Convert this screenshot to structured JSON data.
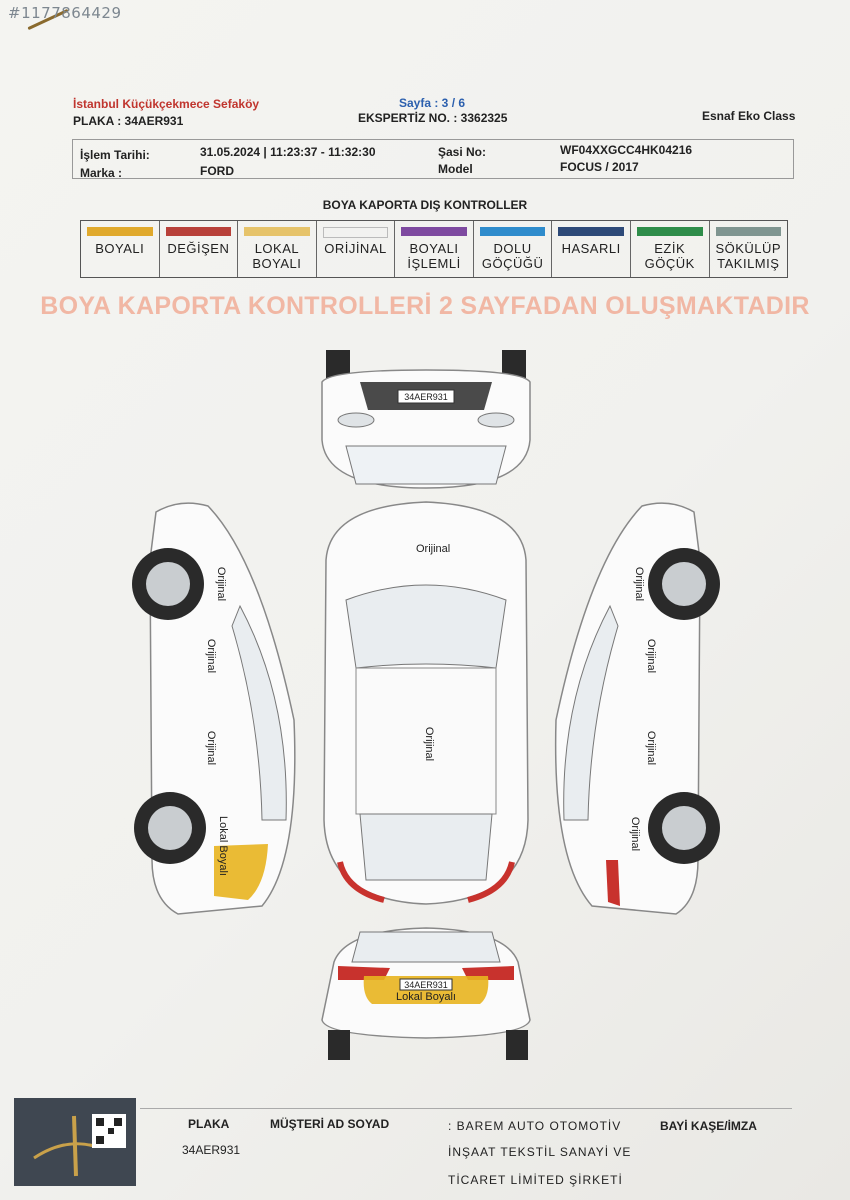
{
  "watermark_id": "#1177864429",
  "header": {
    "branch": "İstanbul Küçükçekmece Sefaköy",
    "plate": "PLAKA : 34AER931",
    "page": "Sayfa : 3 / 6",
    "expertise_no": "EKSPERTİZ NO. : 3362325",
    "package": "Esnaf Eko Class"
  },
  "info": {
    "date_label": "İşlem Tarihi:",
    "date_value": "31.05.2024 | 11:23:37 - 11:32:30",
    "chassis_label": "Şasi No:",
    "chassis_value": "WF04XXGCC4HK04216",
    "make_label": "Marka :",
    "make_value": "FORD",
    "model_label": "Model",
    "model_value": "FOCUS / 2017"
  },
  "legend": {
    "title": "BOYA KAPORTA DIŞ KONTROLLER",
    "items": [
      {
        "label": "BOYALI",
        "color": "#e0a92c"
      },
      {
        "label": "DEĞİŞEN",
        "color": "#b8413a"
      },
      {
        "label": "LOKAL\nBOYALI",
        "color": "#e6c36a"
      },
      {
        "label": "ORİJİNAL",
        "color": "#f2f2f0"
      },
      {
        "label": "BOYALI\nİŞLEMLİ",
        "color": "#7e4aa0"
      },
      {
        "label": "DOLU\nGÖÇÜĞÜ",
        "color": "#2f8ccc"
      },
      {
        "label": "HASARLI",
        "color": "#2e4a78"
      },
      {
        "label": "EZİK\nGÖÇÜK",
        "color": "#2f8d4a"
      },
      {
        "label": "SÖKÜLÜP\nTAKILMIŞ",
        "color": "#7f9590"
      }
    ]
  },
  "banner": "BOYA KAPORTA KONTROLLERİ 2 SAYFADAN OLUŞMAKTADIR",
  "diagram": {
    "front_plate": "34AER931",
    "rear_plate": "34AER931",
    "roof": "Orijinal",
    "hood": "Orijinal",
    "left_front_fender": "Orijinal",
    "left_front_door": "Orijinal",
    "left_rear_door": "Orijinal",
    "left_rear_fender": "Lokal Boyalı",
    "right_front_fender": "Orijinal",
    "right_front_door": "Orijinal",
    "right_rear_door": "Orijinal",
    "right_rear_fender": "Orijinal",
    "rear_bumper": "Lokal Boyalı"
  },
  "footer": {
    "plate_label": "PLAKA",
    "plate_value": "34AER931",
    "customer_label": "MÜŞTERİ AD SOYAD",
    "customer_line1": ": BAREM AUTO OTOMOTİV",
    "customer_line2": "İNŞAAT TEKSTİL SANAYİ VE",
    "customer_line3": "TİCARET LİMİTED ŞİRKETİ",
    "stamp_label": "BAYİ KAŞE/İMZA"
  }
}
